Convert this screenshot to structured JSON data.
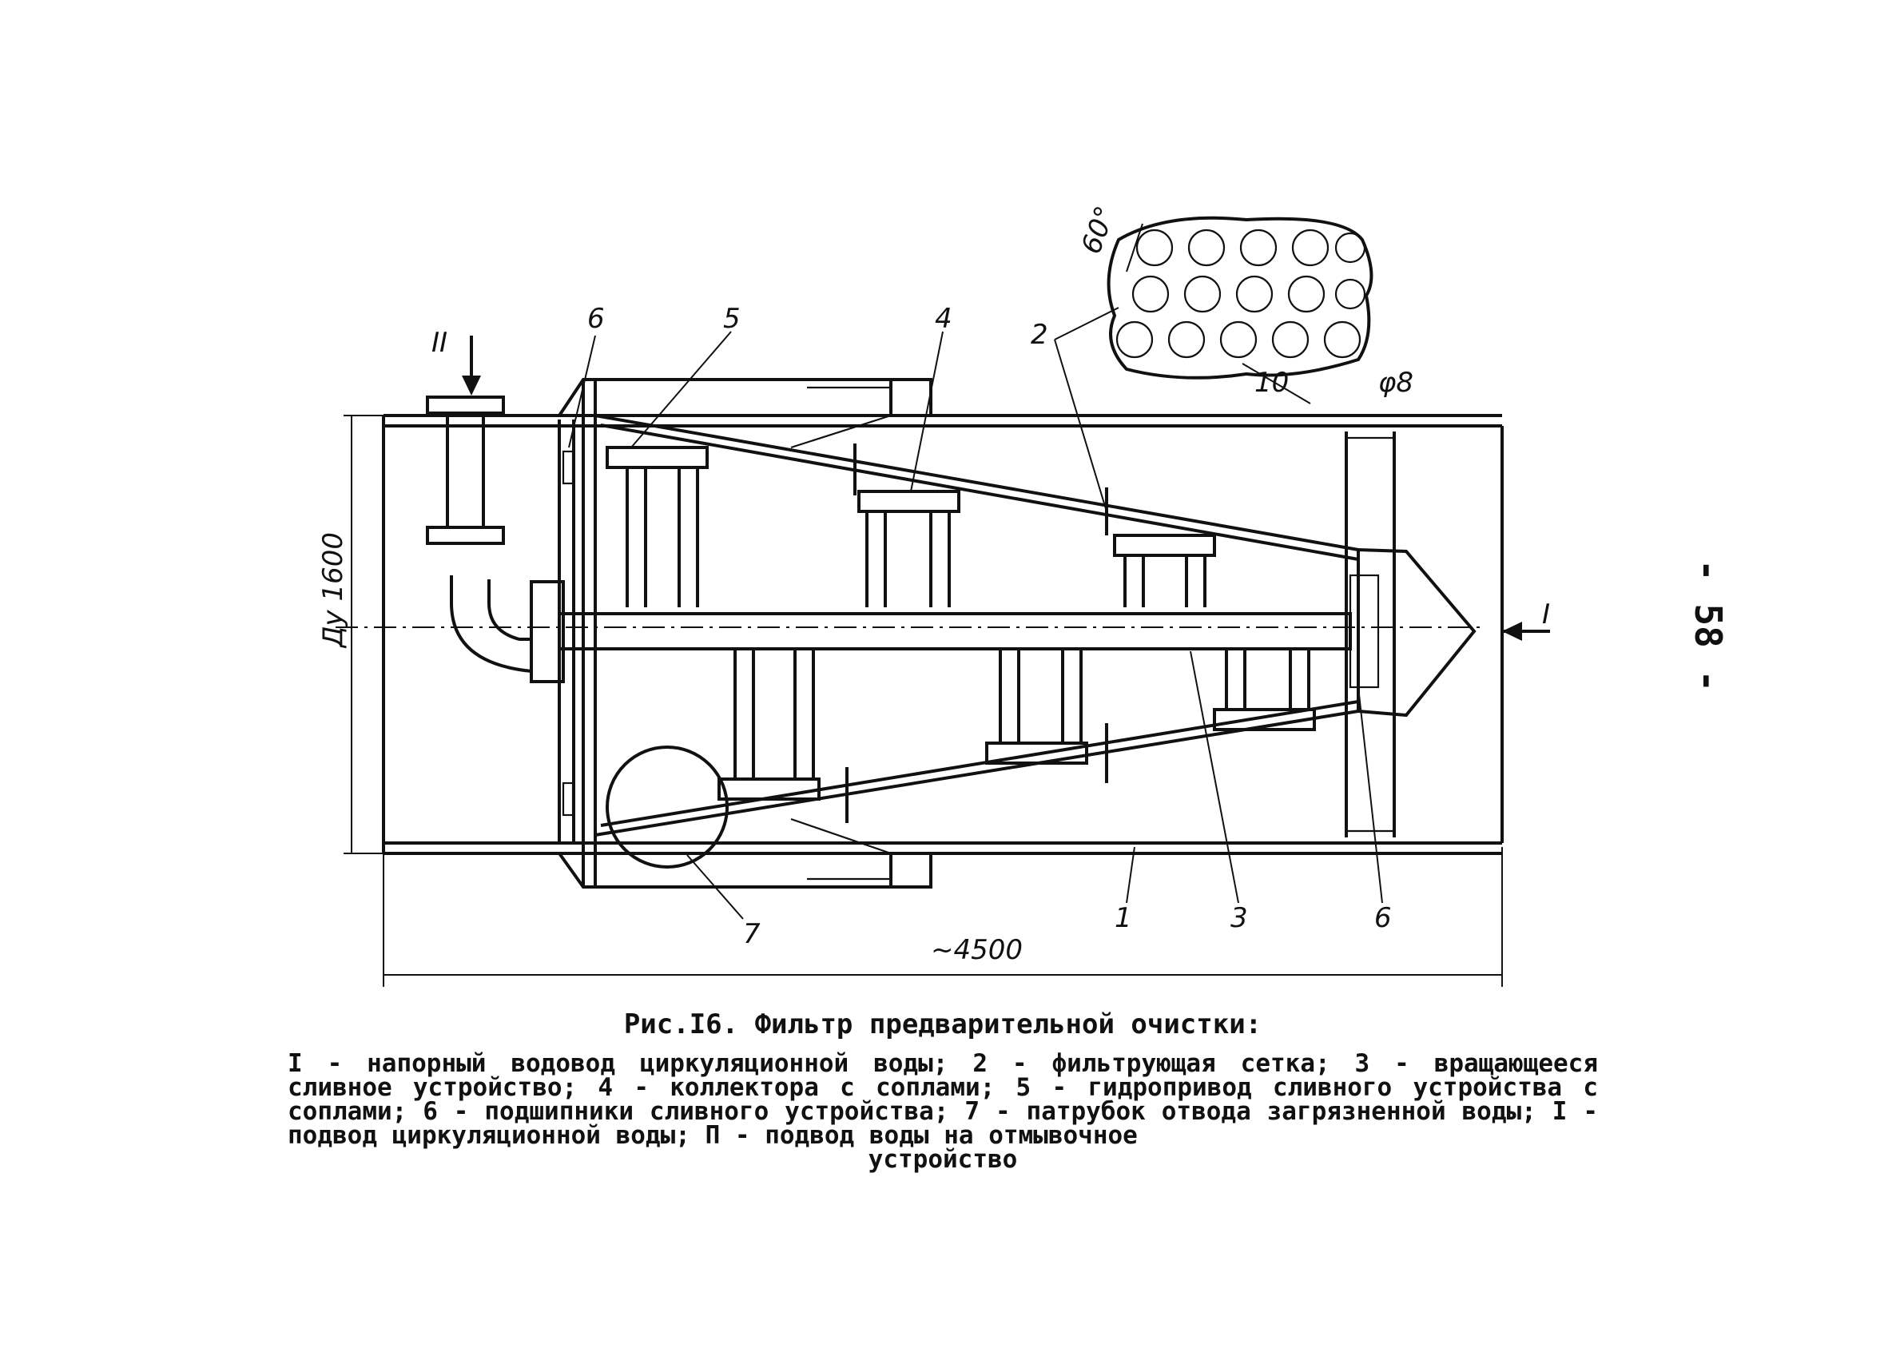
{
  "page_number": "- 58 -",
  "figure": {
    "caption_title": "Рис.I6. Фильтр предварительной очистки:",
    "caption_legend": "I - напорный водовод циркуляционной воды; 2 - фильтрующая сетка; 3 - вращающееся сливное устройство; 4 - коллектора с соплами; 5 - гидропривод сливного устройства с соплами; 6 - подшипники сливного устройства; 7 - патрубок отвода загрязненной воды; I - подвод циркуляционной воды; П - подвод воды на отмывочное",
    "caption_last": "устройство"
  },
  "callouts": {
    "c1": "1",
    "c2": "2",
    "c3": "3",
    "c4": "4",
    "c5": "5",
    "c6_top": "6",
    "c6_bottom": "6",
    "c7": "7",
    "inlet_I": "I",
    "inlet_II": "II"
  },
  "dimensions": {
    "diameter": "Ду 1600",
    "length": "~4500",
    "angle": "60°",
    "pitch": "10",
    "hole": "φ8"
  }
}
